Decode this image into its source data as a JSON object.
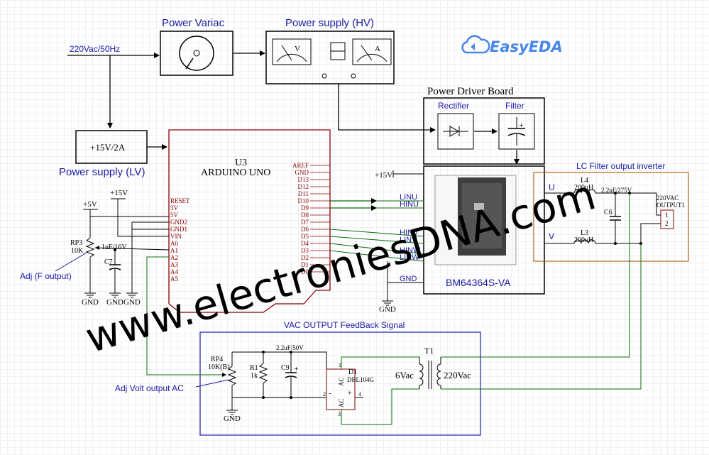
{
  "blocks": {
    "variac": "Power Variac",
    "supply_hv": "Power supply (HV)",
    "driver": "Power Driver Board",
    "rectifier": "Rectifier",
    "filter": "Filter",
    "supply_lv_value": "+15V/2A",
    "supply_lv": "Power supply (LV)",
    "ac_input": "220Vac/50Hz",
    "meter_v": "V",
    "meter_a": "A"
  },
  "logo": {
    "text": "EasyEDA"
  },
  "arduino": {
    "ref": "U3",
    "name": "ARDUINO UNO",
    "left_pins": [
      "RESET",
      "3V",
      "5V",
      "GND2",
      "GND1",
      "VIN",
      "A0",
      "A1",
      "A2",
      "A3",
      "A4",
      "A5"
    ],
    "right_pins": [
      "AREF",
      "GND",
      "D13",
      "D12",
      "D11",
      "D10",
      "D9",
      "D8",
      "D7",
      "D6",
      "D5",
      "D4",
      "D3",
      "D2",
      "D1",
      "D0"
    ]
  },
  "left_parts": {
    "plus5v": "+5V",
    "plus15v": "+15V",
    "rp3_ref": "RP3",
    "rp3_val": "10K",
    "c7_val": "1uF/16V",
    "c7_ref": "C7",
    "adj_f": "Adj (F output)",
    "gnd": "GND"
  },
  "module": {
    "name": "BM64364S-VA",
    "pins": [
      "LINU",
      "HINU",
      "HINV",
      "LINV",
      "HINW",
      "LINW",
      "GND"
    ],
    "vcc": "+15V",
    "gnd": "GND",
    "out_u": "U",
    "out_v": "V"
  },
  "lc_filter": {
    "title": "LC Filter output inverter",
    "l4_ref": "L4",
    "l4_val": "200uH",
    "l3_ref": "L3",
    "l3_val": "200uH",
    "c6_val": "2.2uF/275V",
    "c6_ref": "C6",
    "out_label_1": "220VAC",
    "out_label_2": "OUTPUT1",
    "pin1": "1",
    "pin2": "2"
  },
  "feedback": {
    "title": "VAC OUTPUT FeedBack Signal",
    "rp4_ref": "RP4",
    "rp4_val": "10K(B)",
    "r1_ref": "R1",
    "r1_val": "1k",
    "c9_val": "2.2uF/50V",
    "c9_ref": "C9",
    "d1_ref": "D1",
    "d1_val": "DBL104G",
    "t1_ref": "T1",
    "sec_label": "6Vac",
    "pri_label": "220Vac",
    "adj_volt": "Adj Volt output AC",
    "gnd": "GND",
    "bridge_ac": "AC",
    "bridge_minus": "-",
    "bridge_plus": "+",
    "pin2": "2",
    "pin4": "4",
    "pin3": "3",
    "pin1": "1"
  },
  "watermark": "www.electroniesDNA.com"
}
